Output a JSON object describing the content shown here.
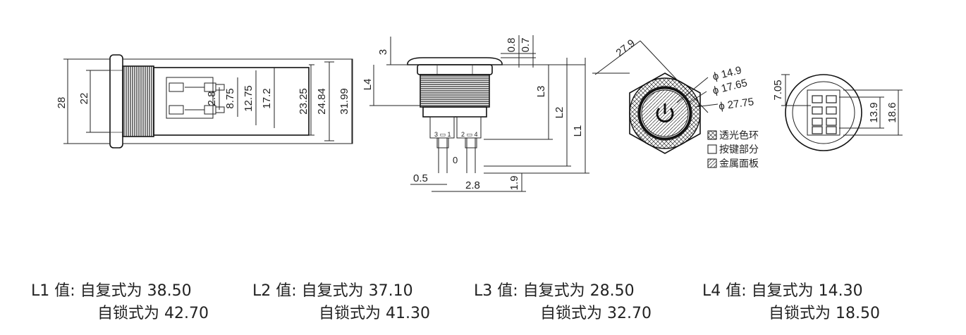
{
  "side_view": {
    "dims": [
      "28",
      "22",
      "2.8",
      "8.75",
      "12.75",
      "17.2",
      "23.25",
      "24.84",
      "31.99"
    ]
  },
  "front_view": {
    "dims": [
      "3",
      "L4",
      "0.8",
      "0.7",
      "L3",
      "L2",
      "L1",
      "0.5",
      "2.8",
      "1.9",
      "0"
    ]
  },
  "top_view": {
    "dims": [
      "27.9",
      "ϕ 14.9",
      "ϕ 17.65",
      "ϕ 27.75"
    ],
    "legend": [
      "透光色环",
      "按键部分",
      "金属面板"
    ]
  },
  "bottom_view": {
    "dims": [
      "7.05",
      "13.9",
      "18.6"
    ]
  },
  "values": [
    {
      "key": "L1 值:",
      "line1": "自复式为 38.50",
      "line2": "自锁式为 42.70"
    },
    {
      "key": "L2 值:",
      "line1": "自复式为 37.10",
      "line2": "自锁式为 41.30"
    },
    {
      "key": "L3 值:",
      "line1": "自复式为 28.50",
      "line2": "自锁式为 32.70"
    },
    {
      "key": "L4 值:",
      "line1": "自复式为 14.30",
      "line2": "自锁式为 18.50"
    }
  ]
}
